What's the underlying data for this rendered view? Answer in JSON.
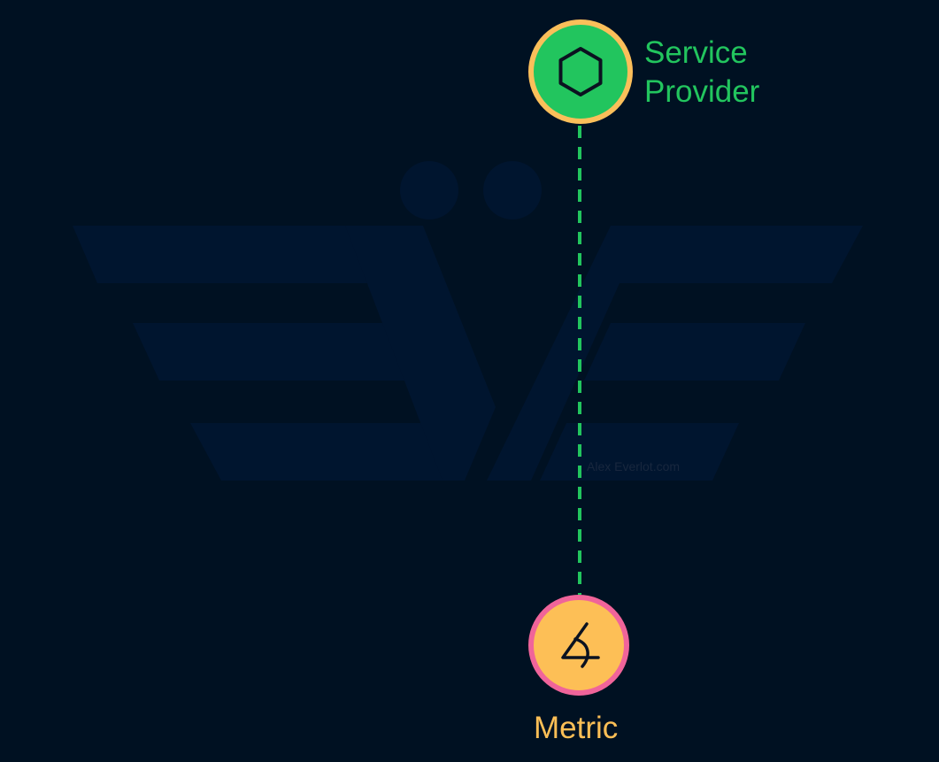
{
  "colors": {
    "background": "#001122",
    "watermark": "#00152f",
    "watermark_text": "#1b2a40",
    "edge": "#22c55e",
    "service_provider_fill": "#22c55e",
    "service_provider_stroke": "#fbbf5a",
    "service_provider_label": "#22c55e",
    "metric_fill": "#fdbf56",
    "metric_stroke": "#f0649a",
    "metric_label": "#fdbf56",
    "icon": "#0b1220"
  },
  "watermark": {
    "text": "Alex Everlot.com",
    "logo_icon": "ev-logo-icon"
  },
  "nodes": [
    {
      "id": "service_provider",
      "label_lines": [
        "Service",
        "Provider"
      ],
      "icon": "hexagon-icon"
    },
    {
      "id": "metric",
      "label_lines": [
        "Metric"
      ],
      "icon": "metric-icon"
    }
  ],
  "edges": [
    {
      "from": "service_provider",
      "to": "metric",
      "style": "dashed"
    }
  ]
}
